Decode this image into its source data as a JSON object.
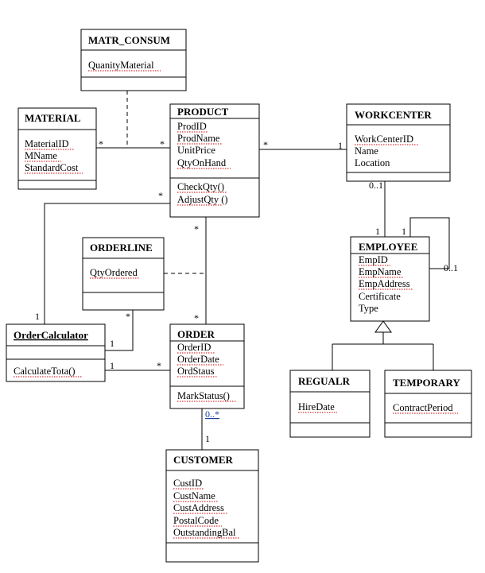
{
  "classes": {
    "matr_consum": {
      "name": "MATR_CONSUM",
      "attributes": [
        "QuanityMaterial"
      ],
      "operations": []
    },
    "material": {
      "name": "MATERIAL",
      "attributes": [
        "MaterialID",
        "MName",
        "StandardCost"
      ],
      "operations": []
    },
    "product": {
      "name": "PRODUCT",
      "attributes": [
        "ProdID",
        "ProdName",
        "UnitPrice",
        "QtyOnHand"
      ],
      "operations": [
        "CheckQty()",
        "AdjustQty ()"
      ]
    },
    "workcenter": {
      "name": "WORKCENTER",
      "attributes": [
        "WorkCenterID",
        "Name",
        "Location"
      ],
      "operations": []
    },
    "employee": {
      "name": "EMPLOYEE",
      "attributes": [
        "EmpID",
        "EmpName",
        "EmpAddress",
        "Certificate",
        "Type"
      ],
      "operations": []
    },
    "orderline": {
      "name": "ORDERLINE",
      "attributes": [
        "QtyOrdered"
      ],
      "operations": []
    },
    "ordercalculator": {
      "name": "OrderCalculator",
      "attributes": [],
      "operations": [
        "CalculateTota()"
      ]
    },
    "order": {
      "name": "ORDER",
      "attributes": [
        "OrderID",
        "OrderDate",
        "OrdStaus"
      ],
      "operations": [
        "MarkStatus()"
      ]
    },
    "regualr": {
      "name": "REGUALR",
      "attributes": [
        "HireDate"
      ],
      "operations": []
    },
    "temporary": {
      "name": "TEMPORARY",
      "attributes": [
        "ContractPeriod"
      ],
      "operations": []
    },
    "customer": {
      "name": "CUSTOMER",
      "attributes": [
        "CustID",
        "CustName",
        "CustAddress",
        "PostalCode",
        "OutstandingBal"
      ],
      "operations": []
    }
  },
  "multiplicities": {
    "material_product_material_end": "*",
    "material_product_product_end": "*",
    "product_workcenter_product_end": "*",
    "product_workcenter_workcenter_end": "1",
    "workcenter_employee_workcenter_end": "0..1",
    "workcenter_employee_employee_end": "1",
    "employee_self_top": "1",
    "employee_self_right": "0..1",
    "product_calculator_product_end": "*",
    "product_calculator_calculator_end": "1",
    "product_order_product_end": "*",
    "product_order_order_end": "*",
    "orderline_calculator_orderline_end": "*",
    "orderline_calculator_calculator_end": "1",
    "calculator_order_calculator_end": "1",
    "calculator_order_order_end": "*",
    "order_customer_order_end": "0..*",
    "order_customer_customer_end": "1"
  }
}
